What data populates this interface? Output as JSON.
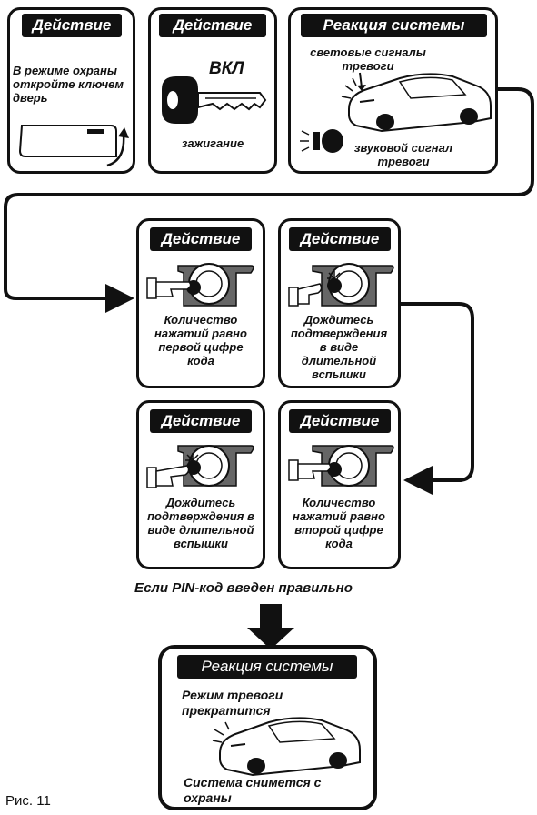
{
  "step1": {
    "title": "Действие",
    "text": "В режиме охраны откройте ключем дверь"
  },
  "step2": {
    "title": "Действие",
    "label_on": "ВКЛ",
    "text": "зажигание"
  },
  "reaction1": {
    "title": "Реакция системы",
    "light_text": "световые сигналы тревоги",
    "sound_text": "звуковой сигнал тревоги"
  },
  "step3": {
    "title": "Действие",
    "text": "Количество нажатий равно первой цифре кода"
  },
  "step4": {
    "title": "Действие",
    "text": "Дождитесь подтверждения в виде длительной вспышки"
  },
  "step5": {
    "title": "Действие",
    "text": "Дождитесь подтверждения в виде длительной вспышки"
  },
  "step6": {
    "title": "Действие",
    "text": "Количество нажатий равно второй цифре кода"
  },
  "condition": "Если PIN-код введен правильно",
  "final": {
    "title": "Реакция системы",
    "text1": "Режим тревоги прекратится",
    "text2": "Система снимется с охраны"
  },
  "figure_label": "Рис. 11"
}
